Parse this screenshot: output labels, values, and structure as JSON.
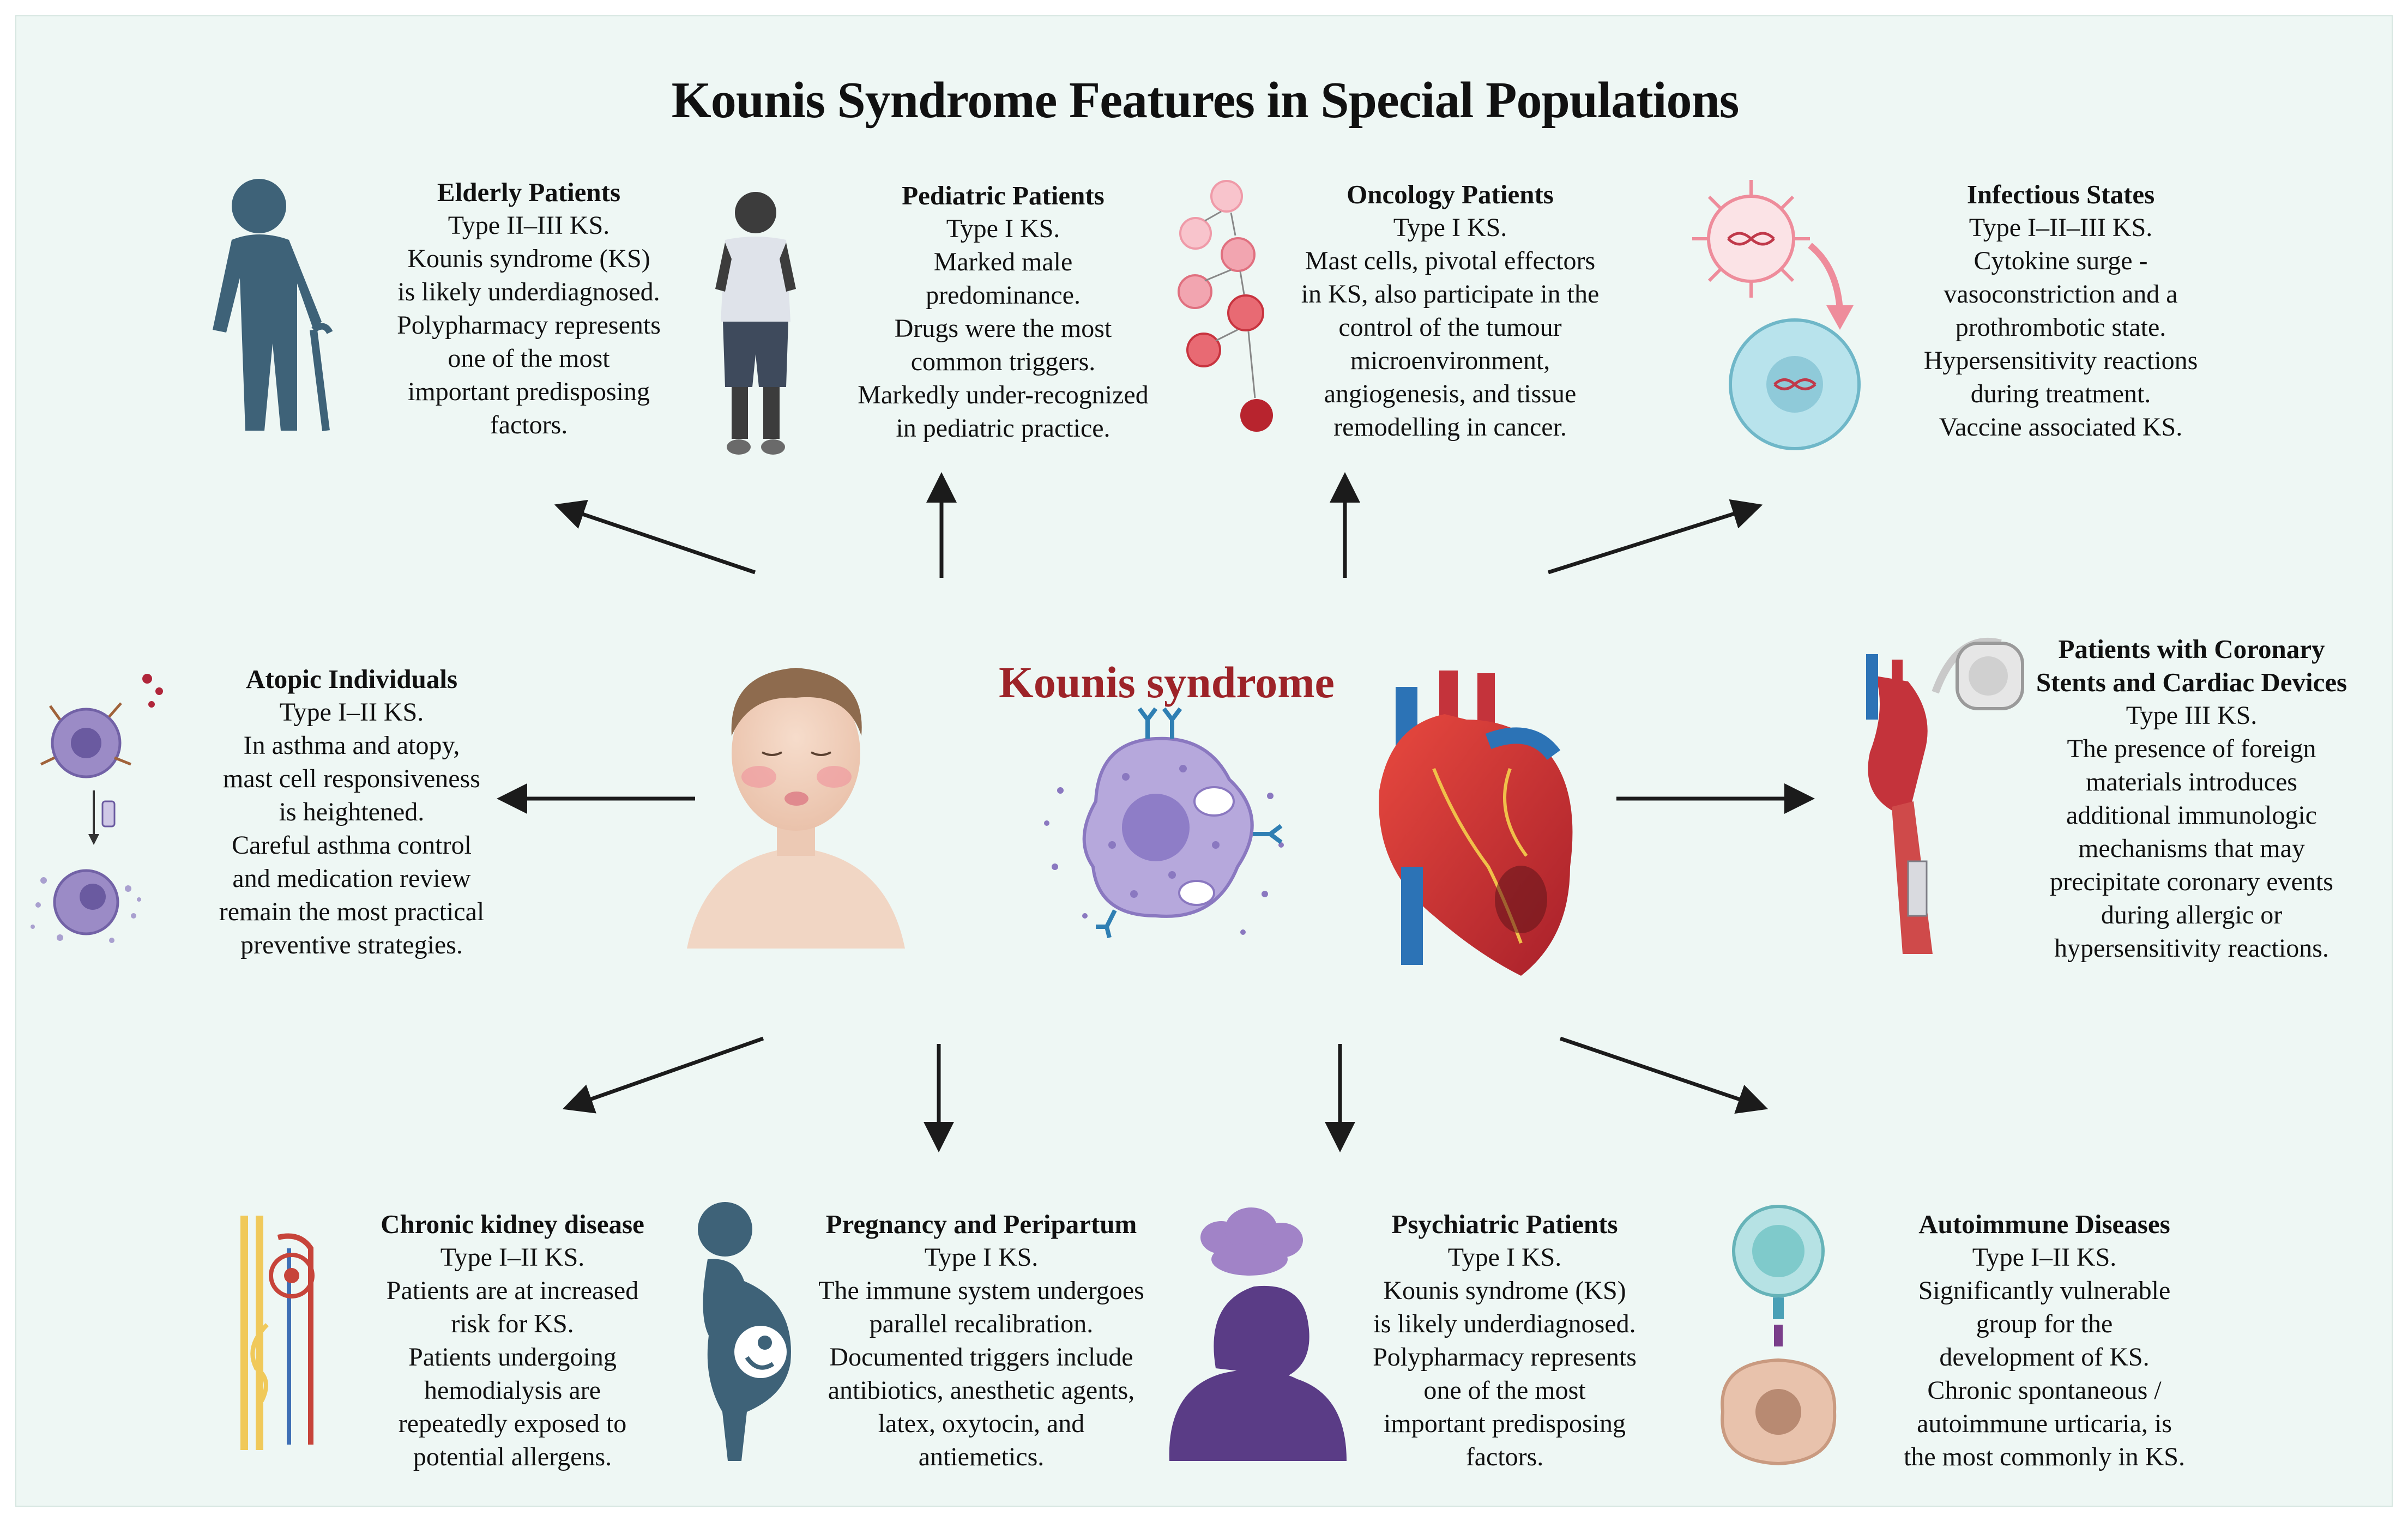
{
  "title": "Kounis Syndrome Features in Special Populations",
  "center_label": "Kounis syndrome",
  "colors": {
    "background": "#eef7f4",
    "accent_red": "#9d2328",
    "figure_blue": "#3e6278",
    "figure_purple": "#5a3c86"
  },
  "icons": {
    "elderly": "elderly-person-cane-icon",
    "pediatric": "child-figure-icon",
    "oncology": "dividing-cells-icon",
    "infectious": "virus-cell-icon",
    "atopic": "mast-cell-degranulation-icon",
    "devices": "heart-stent-pacemaker-icon",
    "kidney": "nephron-icon",
    "pregnancy": "pregnant-woman-icon",
    "psychiatric": "head-cloud-icon",
    "autoimmune": "immune-cell-interaction-icon",
    "center_face": "flushed-face-icon",
    "center_mast_cell": "mast-cell-icon",
    "center_heart": "heart-icon"
  },
  "cards": {
    "elderly": {
      "heading": "Elderly Patients",
      "lines": [
        "Type II–III KS.",
        "Kounis syndrome (KS)",
        "is likely underdiagnosed.",
        "Polypharmacy represents",
        "one of the most",
        "important predisposing",
        "factors."
      ]
    },
    "pediatric": {
      "heading": "Pediatric Patients",
      "lines": [
        "Type I KS.",
        "Marked male",
        "predominance.",
        "Drugs were the most",
        "common triggers.",
        "Markedly under-recognized",
        "in pediatric practice."
      ]
    },
    "oncology": {
      "heading": "Oncology Patients",
      "lines": [
        "Type I KS.",
        "Mast cells, pivotal effectors",
        "in KS, also participate in the",
        "control of the tumour",
        "microenvironment,",
        "angiogenesis, and tissue",
        "remodelling in cancer."
      ]
    },
    "infectious": {
      "heading": "Infectious States",
      "lines": [
        "Type I–II–III KS.",
        "Cytokine surge -",
        "vasoconstriction and a",
        "prothrombotic state.",
        "Hypersensitivity reactions",
        "during treatment.",
        "Vaccine associated KS."
      ]
    },
    "atopic": {
      "heading": "Atopic Individuals",
      "lines": [
        "Type I–II KS.",
        "In asthma and atopy,",
        "mast cell responsiveness",
        "is heightened.",
        "Careful asthma control",
        "and medication review",
        "remain the most practical",
        "preventive strategies."
      ]
    },
    "devices": {
      "heading_lines": [
        "Patients with Coronary",
        "Stents and Cardiac Devices"
      ],
      "lines": [
        "Type III KS.",
        "The presence of foreign",
        "materials introduces",
        "additional immunologic",
        "mechanisms that may",
        "precipitate coronary events",
        "during allergic or",
        "hypersensitivity reactions."
      ]
    },
    "kidney": {
      "heading": "Chronic kidney disease",
      "lines": [
        "Type I–II KS.",
        "Patients are at increased",
        "risk for KS.",
        "Patients undergoing",
        "hemodialysis are",
        "repeatedly exposed to",
        "potential allergens."
      ]
    },
    "pregnancy": {
      "heading": "Pregnancy and Peripartum",
      "lines": [
        "Type I KS.",
        "The immune system undergoes",
        "parallel recalibration.",
        "Documented triggers include",
        "antibiotics, anesthetic agents,",
        "latex, oxytocin, and",
        "antiemetics."
      ]
    },
    "psychiatric": {
      "heading": "Psychiatric Patients",
      "lines": [
        "Type I KS.",
        "Kounis syndrome (KS)",
        "is likely underdiagnosed.",
        "Polypharmacy represents",
        "one of the most",
        "important predisposing",
        "factors."
      ]
    },
    "autoimmune": {
      "heading": "Autoimmune Diseases",
      "lines": [
        "Type I–II KS.",
        "Significantly vulnerable",
        "group for the",
        "development of KS.",
        "Chronic spontaneous /",
        "autoimmune urticaria, is",
        "the most commonly in KS."
      ]
    }
  }
}
